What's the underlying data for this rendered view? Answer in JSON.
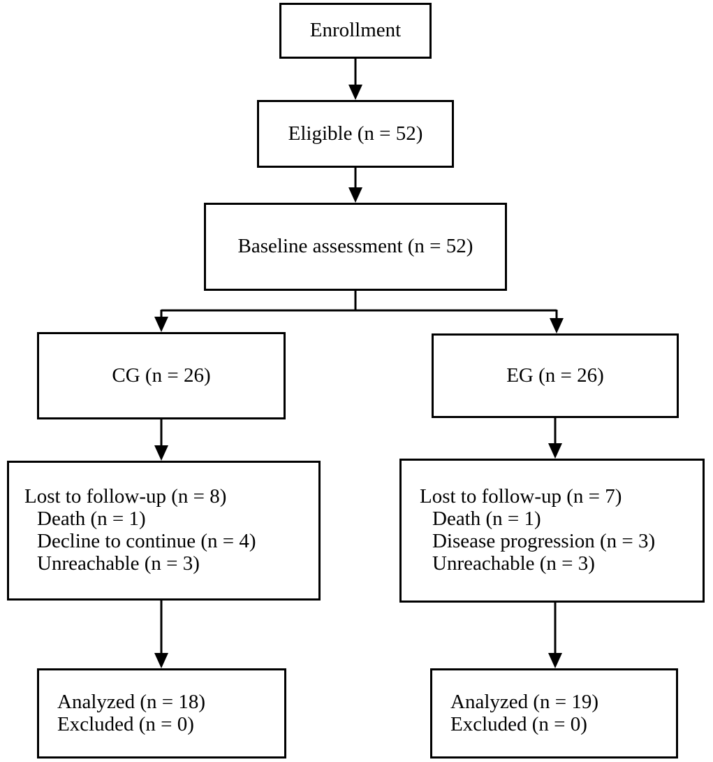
{
  "boxes": {
    "enrollment": {
      "label": "Enrollment"
    },
    "eligible": {
      "label": "Eligible (n = 52)"
    },
    "baseline": {
      "label": "Baseline assessment (n = 52)"
    },
    "cg": {
      "label": "CG (n = 26)"
    },
    "eg": {
      "label": "EG (n = 26)"
    },
    "cg_lost": {
      "title": "Lost to follow-up (n = 8)",
      "items": [
        "Death (n = 1)",
        "Decline to continue (n = 4)",
        "Unreachable (n = 3)"
      ]
    },
    "eg_lost": {
      "title": "Lost to follow-up (n = 7)",
      "items": [
        "Death (n = 1)",
        "Disease progression (n = 3)",
        "Unreachable (n = 3)"
      ]
    },
    "cg_result": {
      "items": [
        "Analyzed (n = 18)",
        "Excluded (n = 0)"
      ]
    },
    "eg_result": {
      "items": [
        "Analyzed (n = 19)",
        "Excluded (n = 0)"
      ]
    }
  },
  "colors": {
    "stroke": "#000000",
    "background": "#ffffff"
  }
}
